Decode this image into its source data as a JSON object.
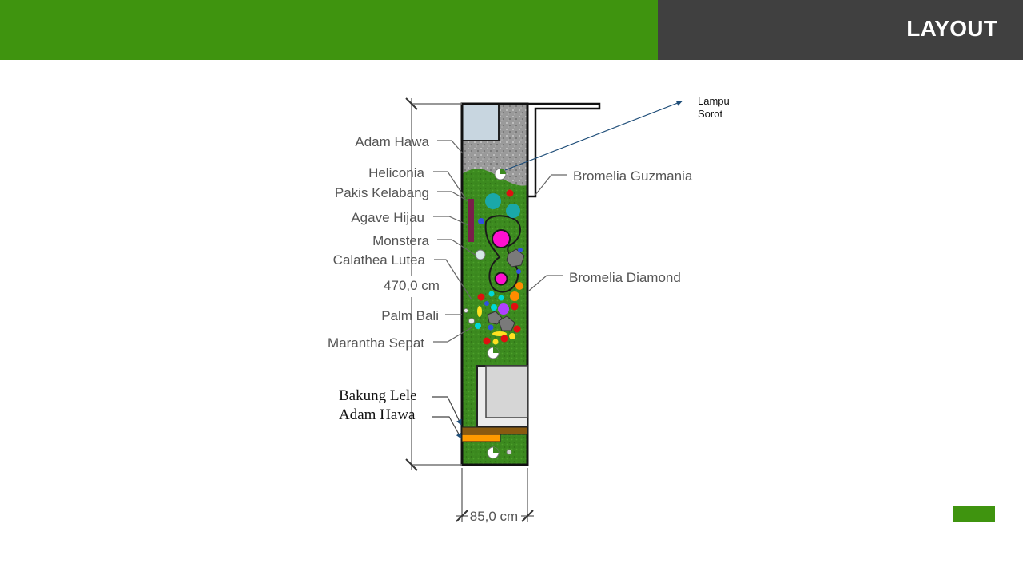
{
  "header": {
    "title": "LAYOUT"
  },
  "labels": {
    "adam_hawa": "Adam Hawa",
    "heliconia": "Heliconia",
    "pakis_kelabang": "Pakis Kelabang",
    "agave_hijau": "Agave Hijau",
    "monstera": "Monstera",
    "calathea_lutea": "Calathea Lutea",
    "palm_bali": "Palm Bali",
    "marantha_sepat": "Marantha Sepat",
    "bakung_lele": "Bakung Lele",
    "adam_hawa_bottom": "Adam Hawa",
    "bromelia_guzmania": "Bromelia Guzmania",
    "bromelia_diamond": "Bromelia Diamond",
    "lampu_line1": "Lampu",
    "lampu_line2": "Sorot"
  },
  "dimensions": {
    "length": "470,0 cm",
    "width": "85,0 cm"
  },
  "colors": {
    "header_green": "#3f940f",
    "header_dark": "#404040",
    "lawn": "#3c8a1f",
    "gravel": "#9a9a9a"
  }
}
